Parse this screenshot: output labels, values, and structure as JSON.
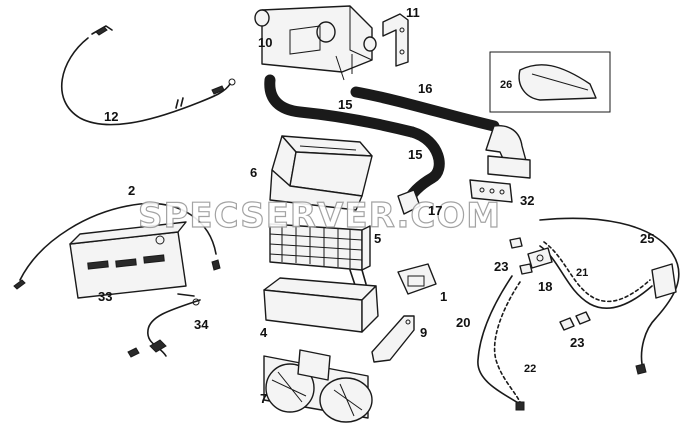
{
  "watermark": "SPECSERVER.COM",
  "callouts": {
    "c11": "11",
    "c10": "10",
    "c12": "12",
    "c26": "26",
    "c16": "16",
    "c15a": "15",
    "c15b": "15",
    "c6": "6",
    "c17": "17",
    "c32": "32",
    "c2": "2",
    "c5": "5",
    "c25": "25",
    "c23a": "23",
    "c21": "21",
    "c18": "18",
    "c33": "33",
    "c1": "1",
    "c20": "20",
    "c23b": "23",
    "c34": "34",
    "c4": "4",
    "c9": "9",
    "c22": "22",
    "c7": "7"
  }
}
